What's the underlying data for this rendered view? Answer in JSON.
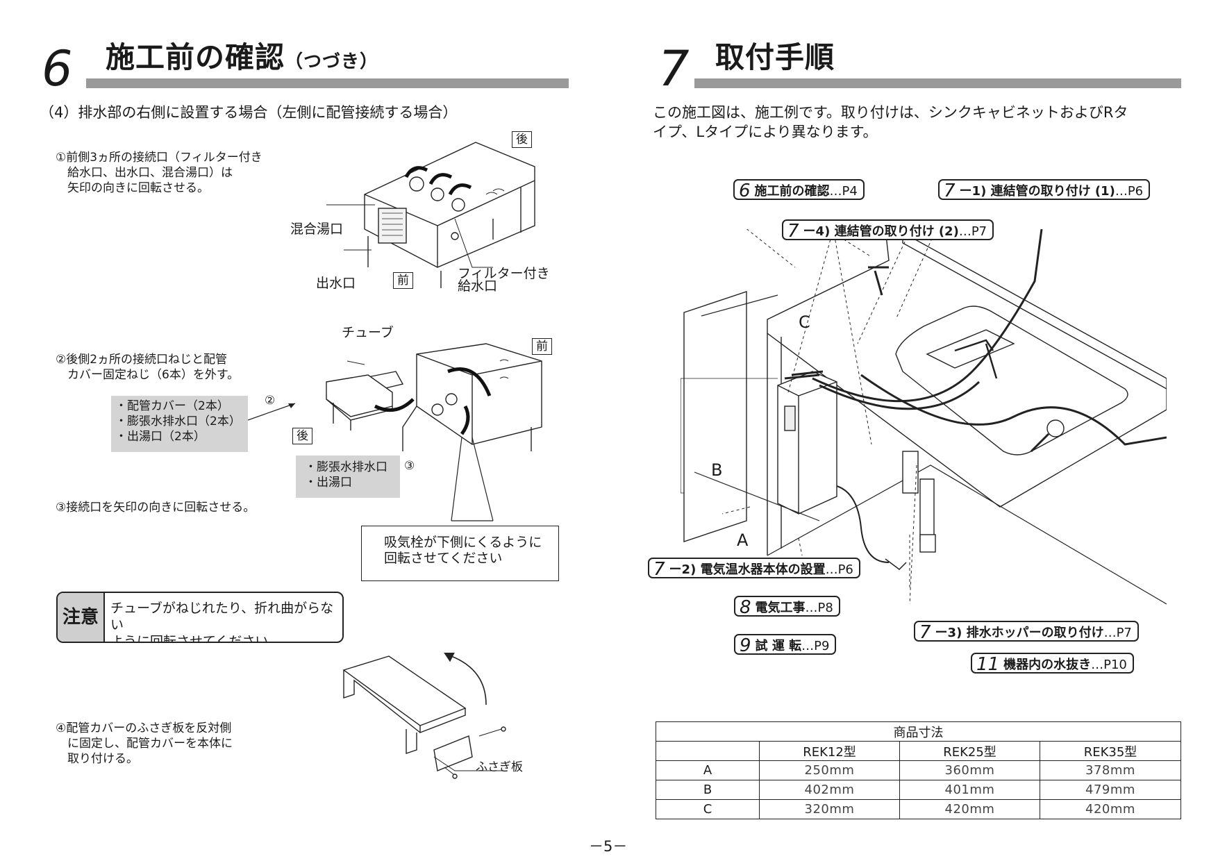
{
  "left": {
    "section_number": "6",
    "section_title": "施工前の確認",
    "section_title_suffix": "（つづき）",
    "subheading": "（4）排水部の右側に設置する場合（左側に配管接続する場合）",
    "step1": {
      "text": [
        "①前側3ヵ所の接続口（フィルター付き",
        "給水口、出水口、混合湯口）は",
        "矢印の向きに回転させる。"
      ],
      "labels": {
        "back": "後",
        "front": "前",
        "mixing": "混合湯口",
        "outlet": "出水口",
        "filter_inlet": [
          "フィルター付き",
          "給水口"
        ]
      }
    },
    "step2": {
      "text": [
        "②後側2ヵ所の接続口ねじと配管",
        "カバー固定ねじ（6本）を外す。"
      ],
      "tube_label": "チューブ",
      "front_label": "前",
      "back_label": "後",
      "marker2": "②",
      "marker3": "③",
      "gray_box_1": [
        "・配管カバー（2本）",
        "・膨張水排水口（2本）",
        "・出湯口（2本）"
      ],
      "gray_box_2": [
        "・膨張水排水口",
        "・出湯口"
      ],
      "note_box": [
        "吸気栓が下側にくるように",
        "回転させてください"
      ]
    },
    "step3": {
      "text": "③接続口を矢印の向きに回転させる。"
    },
    "caution": {
      "label": "注意",
      "text": [
        "チューブがねじれたり、折れ曲がらない",
        "ように回転させてください。"
      ]
    },
    "step4": {
      "text": [
        "④配管カバーのふさぎ板を反対側",
        "に固定し、配管カバーを本体に",
        "取り付ける。"
      ],
      "plate_label": "ふさぎ板"
    }
  },
  "right": {
    "section_number": "7",
    "section_title": "取付手順",
    "intro": [
      "この施工図は、施工例です。取り付けは、シンクキャビネットおよびRタ",
      "イプ、Lタイプにより異なります。"
    ],
    "callouts": [
      {
        "num": "6",
        "title": "施工前の確認",
        "ref": "…P4"
      },
      {
        "num": "7",
        "title": "ー1) 連結管の取り付け (1)",
        "ref": "…P6"
      },
      {
        "num": "7",
        "title": "ー4) 連結管の取り付け (2)",
        "ref": "…P7"
      },
      {
        "num": "7",
        "title": "ー2) 電気温水器本体の設置",
        "ref": "…P6"
      },
      {
        "num": "8",
        "title": "電気工事",
        "ref": "…P8"
      },
      {
        "num": "9",
        "title": "試 運 転",
        "ref": "…P9"
      },
      {
        "num": "7",
        "title": "ー3) 排水ホッパーの取り付け",
        "ref": "…P7"
      },
      {
        "num": "11",
        "title": "機器内の水抜き",
        "ref": "…P10"
      }
    ],
    "dim_labels": {
      "a": "A",
      "b": "B",
      "c": "C"
    },
    "table": {
      "caption": "商品寸法",
      "headers": [
        "",
        "REK12型",
        "REK25型",
        "REK35型"
      ],
      "rows": [
        [
          "A",
          "250mm",
          "360mm",
          "378mm"
        ],
        [
          "B",
          "402mm",
          "401mm",
          "479mm"
        ],
        [
          "C",
          "320mm",
          "420mm",
          "420mm"
        ]
      ]
    }
  },
  "page_number": "－5－"
}
